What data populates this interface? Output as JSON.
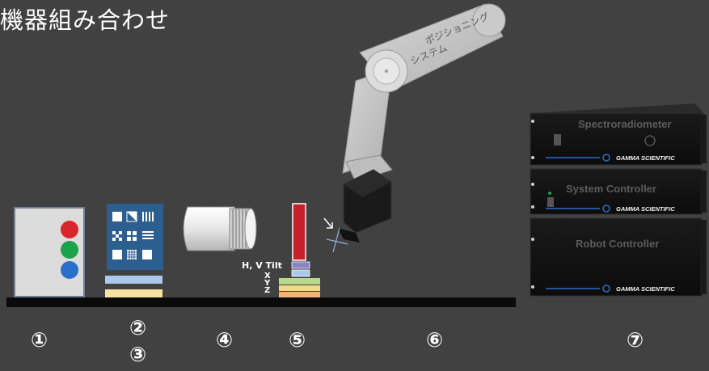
{
  "title": "機器組み合わせ",
  "robot_arm": {
    "label_line1": "ポジショニング",
    "label_line2": "システム"
  },
  "stage": {
    "tilt_label": "H, V Tilt",
    "axis_x": "X",
    "axis_y": "Y",
    "axis_z": "Z"
  },
  "instruments": [
    {
      "name": "Spectroradiometer",
      "brand": "GAMMA SCIENTIFIC"
    },
    {
      "name": "System Controller",
      "brand": "GAMMA SCIENTIFIC"
    },
    {
      "name": "Robot Controller",
      "brand": "GAMMA SCIENTIFIC"
    }
  ],
  "numbers": [
    "①",
    "②",
    "③",
    "④",
    "⑤",
    "⑥",
    "⑦"
  ],
  "colors": {
    "background": "#414141",
    "table": "#0a0a0a",
    "arm": "#c8c8c8",
    "led_red": "#d9262a",
    "led_green": "#1aa34a",
    "led_blue": "#2a6fc9",
    "chart_panel": "#2c5e8f",
    "filter_blue": "#a9c8ec",
    "filter_yellow": "#f6e3a0",
    "stage_red": "#c8202a",
    "stage_purple": "#8a82c4",
    "stage_green": "#b8d88a",
    "stage_yellow": "#f3d98a",
    "stage_orange": "#f0b080",
    "rack_accent": "#2a6fc9"
  }
}
